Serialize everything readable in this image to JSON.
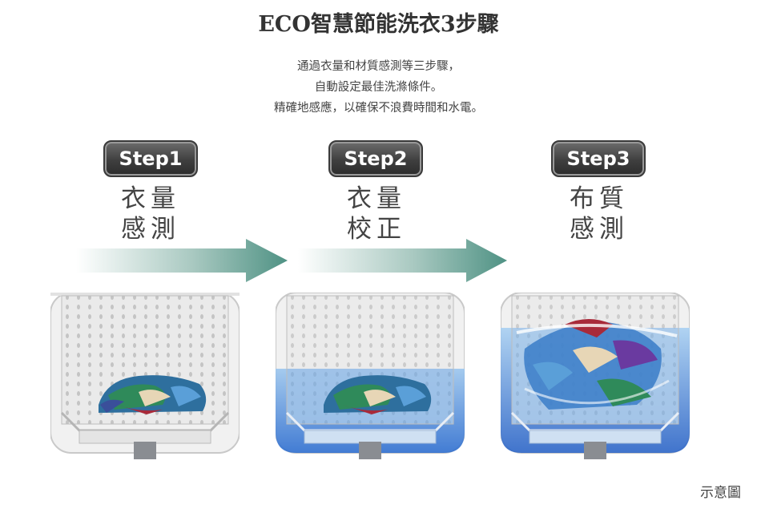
{
  "title": "ECO智慧節能洗衣3步驟",
  "description": [
    "通過衣量和材質感測等三步驟，",
    "自動設定最佳洗滌條件。",
    "精確地感應，以確保不浪費時間和水電。"
  ],
  "steps": [
    {
      "badge": "Step1",
      "label_line1": "衣量",
      "label_line2": "感測"
    },
    {
      "badge": "Step2",
      "label_line1": "衣量",
      "label_line2": "校正"
    },
    {
      "badge": "Step3",
      "label_line1": "布質",
      "label_line2": "感測"
    }
  ],
  "note": "示意圖",
  "colors": {
    "arrow": "#5a9a8c",
    "water": "#3a7fd6",
    "badge_bg": "#3f3f3f"
  }
}
